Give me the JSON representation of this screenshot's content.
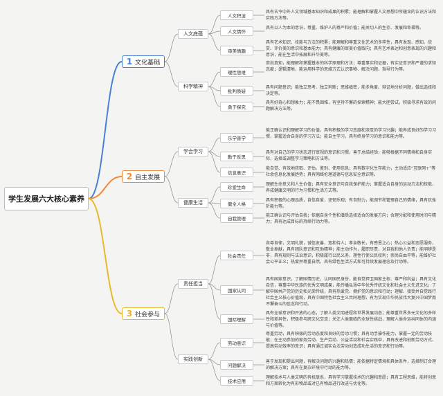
{
  "title": "学生发展六大核心素养",
  "colors": {
    "blue": "#4a7fd6",
    "orange": "#f0893a",
    "yellow": "#e8b92a",
    "line": "#8a8a8a"
  },
  "groups": [
    {
      "num": "1",
      "label": "文化基础",
      "color": "#4a7fd6",
      "aspects": [
        {
          "label": "人文底蕴",
          "items": [
            {
              "label": "人文积淀",
              "desc": "具有古今中外人文领域基本知识和成果的积累；能理解和掌握人文思想中所蕴含的认识方法和实践方法等。"
            },
            {
              "label": "人文情怀",
              "desc": "具有以人为本的意识，尊重、维护人的尊严和价值；能关切人的生存、发展和幸福等。"
            },
            {
              "label": "审美情趣",
              "desc": "具有艺术知识、技能与方法的积累；能理解和尊重文化艺术的多样性，具有发现、感知、欣赏、评价美的意识和基本能力；具有健康的审美价值取向；具有艺术表达和创意表现的兴趣和意识，能在生活中拓展和升华美等。"
            }
          ]
        },
        {
          "label": "科学精神",
          "items": [
            {
              "label": "理性思维",
              "desc": "崇尚真知，能理解和掌握基本的科学原理和方法；尊重事实和证据，有实证意识和严谨的求知态度；逻辑清晰，能运用科学的思维方式认识事物、解决问题、指导行为等。"
            },
            {
              "label": "批判质疑",
              "desc": "具有问题意识；能独立思考、独立判断；思维缜密，能多角度、辩证地分析问题，做出选择和决定等。"
            },
            {
              "label": "勇于探究",
              "desc": "具有好奇心和想象力；能不畏困难，有坚持不懈的探索精神；能大胆尝试，积极寻求有效的问题解决方法等。"
            }
          ]
        }
      ]
    },
    {
      "num": "2",
      "label": "自主发展",
      "color": "#f0893a",
      "aspects": [
        {
          "label": "学会学习",
          "items": [
            {
              "label": "乐学善学",
              "desc": "能正确认识和理解学习的价值，具有积极的学习态度和浓厚的学习兴趣；能养成良好的学习习惯，掌握适合自身的学习方法；能自主学习，具有终身学习的意识和能力等。"
            },
            {
              "label": "勤于反思",
              "desc": "具有对自己的学习状态进行审视的意识和习惯，善于总结经验；能够根据不同情境和自身实际，选择或调整学习策略和方法等。"
            },
            {
              "label": "信息意识",
              "desc": "能自觉、有效地获取、评估、鉴别、使用信息；具有数字化生存能力，主动适应“互联网+”等社会信息化发展趋势；具有网络伦理道德与信息安全意识等。"
            }
          ]
        },
        {
          "label": "健康生活",
          "items": [
            {
              "label": "珍爱生命",
              "desc": "理解生命意义和人生价值；具有安全意识与自我保护能力；掌握适合自身的运动方法和技能，养成健康文明的行为习惯和生活方式等。"
            },
            {
              "label": "健全人格",
              "desc": "具有积极的心理品质，自信自爱，坚韧乐观；有自制力，能调节和管理自己的情绪，具有抗挫折能力等。"
            },
            {
              "label": "自我管理",
              "desc": "能正确认识与评估自我；依据自身个性和潜质选择适合的发展方向；合理分配和使用时间与精力；具有达成目标的持续行动力等。"
            }
          ]
        }
      ]
    },
    {
      "num": "3",
      "label": "社会参与",
      "color": "#e8b92a",
      "aspects": [
        {
          "label": "责任担当",
          "items": [
            {
              "label": "社会责任",
              "desc": "自尊自律，文明礼貌，诚信友善，宽和待人；孝亲敬长，有感恩之心；热心公益和志愿服务，敬业奉献，具有团队意识和互助精神；能主动作为，履职尽责，对自我和他人负责；能明辨是非，具有规则与法治意识，积极履行公民义务，理性行使公民权利；崇尚自由平等，能维护社会公平正义；热爱并尊重自然，具有绿色生活方式和可持续发展理念及行动等。"
            },
            {
              "label": "国家认同",
              "desc": "具有国家意识，了解国情历史，认同国民身份，能自觉捍卫国家主权、尊严和利益；具有文化自信，尊重中华民族的优秀文明成果，能传播弘扬中华优秀传统文化和社会主义先进文化；了解中国共产党的历史和光荣传统，具有热爱党、拥护党的意识和行动；理解、接受并自觉践行社会主义核心价值观，具有中国特色社会主义共同理想，有为实现中华民族伟大复兴中国梦而不懈奋斗的信念和行动。"
            },
            {
              "label": "国际理解",
              "desc": "具有全球意识和开放的心态，了解人类文明进程和世界发展动态；能尊重世界多元文化的多样性和差异性，积极参与跨文化交流；关注人类面临的全球性挑战，理解人类命运共同体的内涵与价值等。"
            }
          ]
        },
        {
          "label": "实践创新",
          "items": [
            {
              "label": "劳动意识",
              "desc": "尊重劳动，具有积极的劳动态度和良好的劳动习惯；具有动手操作能力，掌握一定的劳动技能；在主动参加的家务劳动、生产劳动、公益活动和社会实践中，具有改进和创新劳动方式、提高劳动效率的意识；具有通过诚实合法劳动创造成功生活的意识和行动等。"
            },
            {
              "label": "问题解决",
              "desc": "善于发现和提出问题，有解决问题的兴趣和热情；能依据特定情境和具体条件，选择制订合理的解决方案；具有在复杂环境中行动的能力等。"
            },
            {
              "label": "技术应用",
              "desc": "理解技术与人类文明的有机联系，具有学习掌握技术的兴趣和意愿；具有工程思维，能将创意和方案转化为有形物品或对已有物品进行改进与优化等。"
            }
          ]
        }
      ]
    }
  ]
}
